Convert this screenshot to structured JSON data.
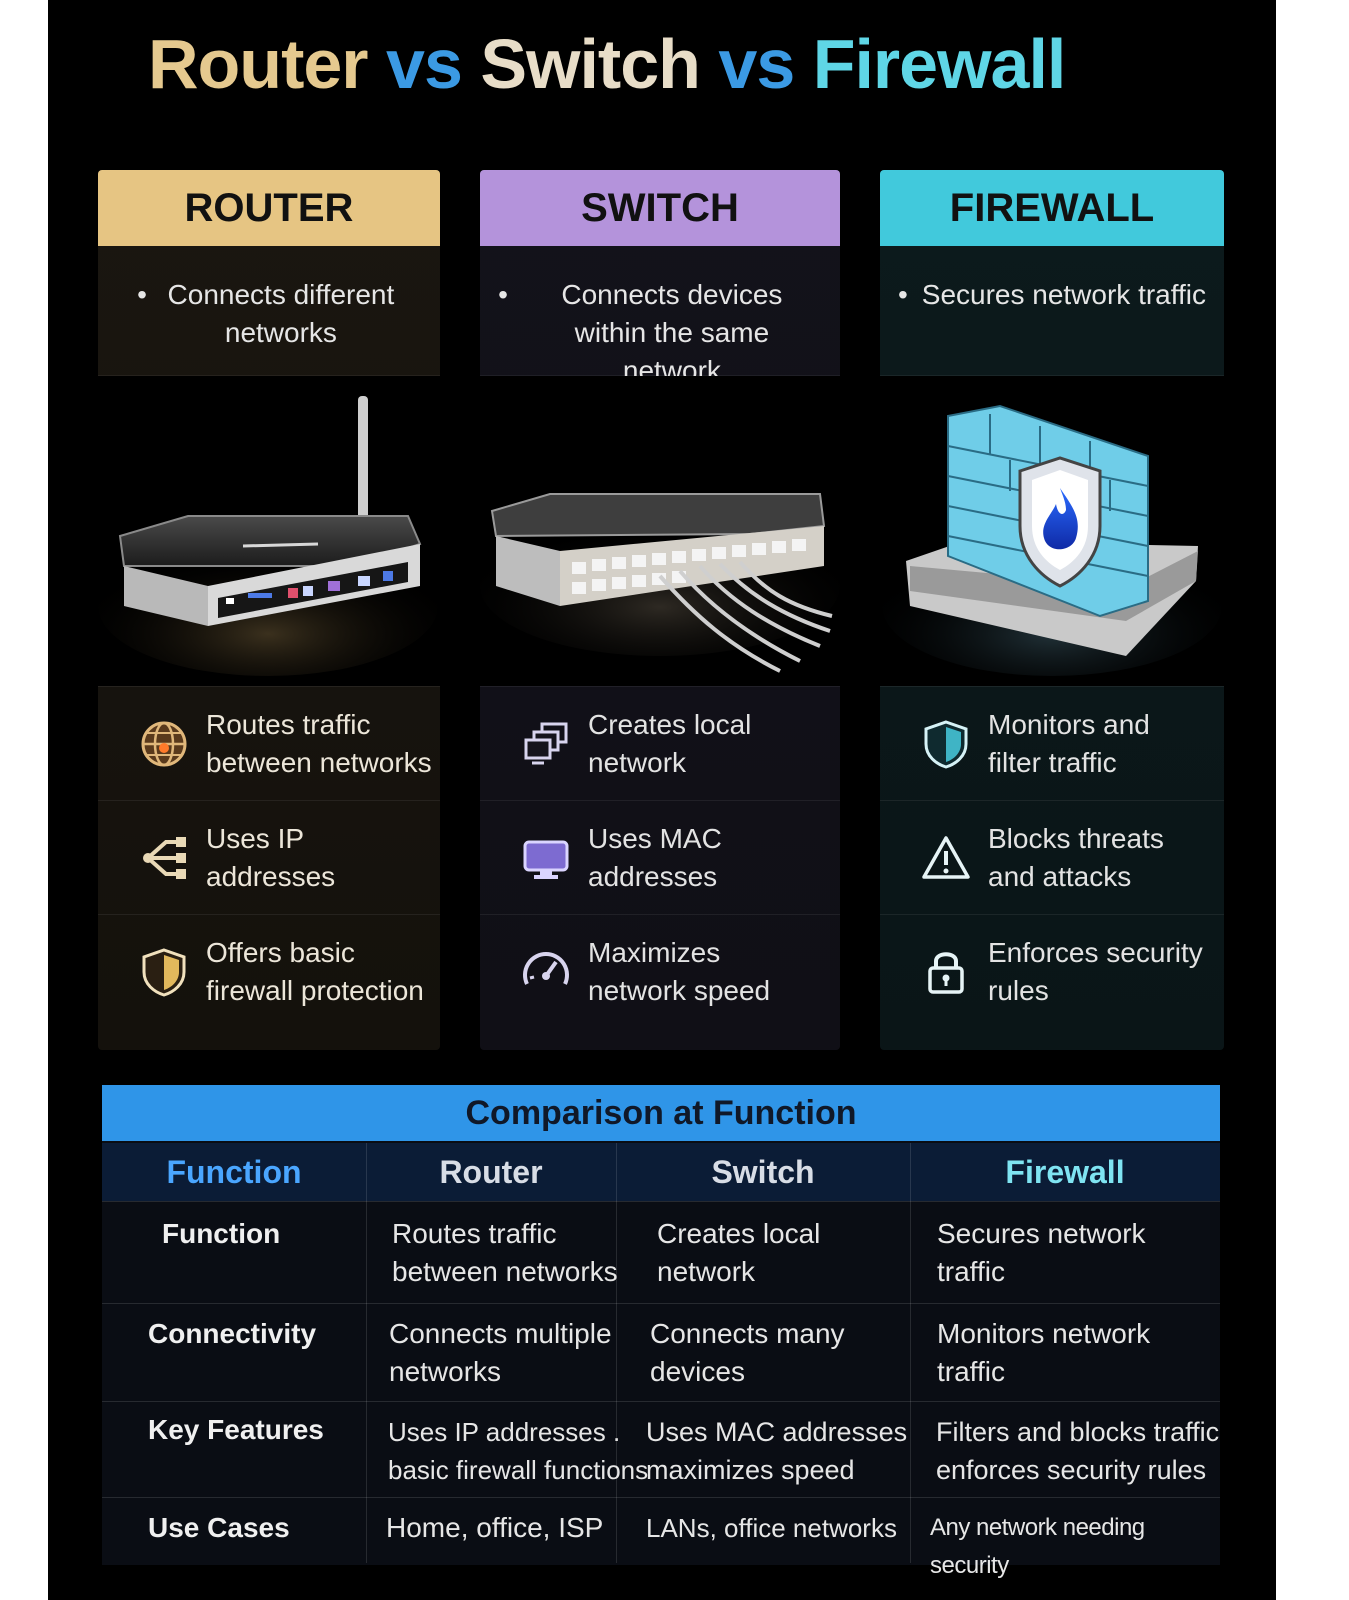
{
  "title": {
    "router": "Router",
    "vs1": "vs",
    "switch": "Switch",
    "vs2": "vs",
    "firewall": "Firewall"
  },
  "columns": [
    {
      "key": "router",
      "header": "ROUTER",
      "bullet": "•",
      "description": "Connects different networks",
      "image": "router-illustration",
      "features": [
        {
          "icon": "globe-icon",
          "text": "Routes traffic between networks"
        },
        {
          "icon": "network-branch-icon",
          "text": "Uses IP addresses"
        },
        {
          "icon": "shield-icon",
          "text": "Offers basic firewall protection"
        }
      ]
    },
    {
      "key": "switch",
      "header": "SWITCH",
      "bullet": "•",
      "description": "Connects devices within the same network",
      "image": "switch-illustration",
      "features": [
        {
          "icon": "devices-icon",
          "text": "Creates local network"
        },
        {
          "icon": "monitor-icon",
          "text": "Uses MAC addresses"
        },
        {
          "icon": "speedometer-icon",
          "text": "Maximizes network speed"
        }
      ]
    },
    {
      "key": "firewall",
      "header": "FIREWALL",
      "bullet": "•",
      "description": "Secures network traffic",
      "image": "firewall-illustration",
      "features": [
        {
          "icon": "shield-outline-icon",
          "text": "Monitors and filter traffic"
        },
        {
          "icon": "warning-icon",
          "text": "Blocks threats and attacks"
        },
        {
          "icon": "lock-icon",
          "text": "Enforces security rules"
        }
      ]
    }
  ],
  "comparison": {
    "title": "Comparison at Function",
    "headers": [
      "Function",
      "Router",
      "Switch",
      "Firewall"
    ],
    "rows": [
      {
        "label": "Function",
        "router": [
          "Routes traffic",
          "between networks"
        ],
        "switch": [
          "Creates local",
          "network"
        ],
        "firewall": [
          "Secures network",
          "traffic"
        ]
      },
      {
        "label": "Connectivity",
        "router": [
          "Connects multiple",
          "networks"
        ],
        "switch": [
          "Connects many",
          "devices"
        ],
        "firewall": [
          "Monitors network",
          "traffic"
        ]
      },
      {
        "label": "Key Features",
        "router": [
          "Uses IP addresses .",
          "basic firewall functions"
        ],
        "switch": [
          "Uses MAC addresses",
          "maximizes speed"
        ],
        "firewall": [
          "Filters and blocks traffic",
          "enforces security rules"
        ]
      },
      {
        "label": "Use Cases",
        "router": [
          "Home, office, ISP"
        ],
        "switch": [
          "LANs, office networks"
        ],
        "firewall": [
          "Any network needing security"
        ]
      }
    ]
  },
  "colors": {
    "router": "#e6c583",
    "switch": "#b493db",
    "firewall": "#41c9dc",
    "table_header": "#2f95e8",
    "vs": "#3b9ae4"
  }
}
